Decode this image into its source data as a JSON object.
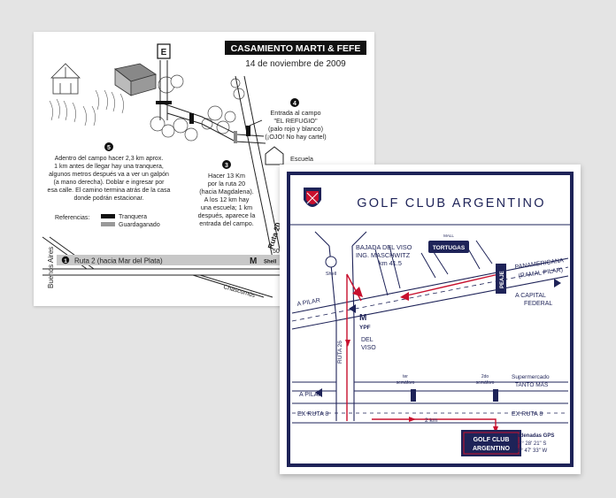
{
  "colors": {
    "background": "#e4e4e4",
    "navy": "#1e2358",
    "red": "#c8102e",
    "ink": "#222222"
  },
  "map1": {
    "title": "CASAMIENTO MARTI & FEFE",
    "date": "14 de noviembre de 2009",
    "step4": {
      "number": "4",
      "lines": [
        "Entrada al campo",
        "\"EL REFUGIO\"",
        "(palo rojo y blanco)",
        "(¡OJO! No hay cartel)"
      ]
    },
    "escuela": "Escuela",
    "step5": {
      "number": "5",
      "lines": [
        "Adentro del campo hacer 2,3 km aprox.",
        "1 km antes de llegar hay una tranquera,",
        "algunos metros después va a ver un galpón",
        "(a mano derecha). Doblar e ingresar por",
        "esa calle. El camino termina atrás de la casa",
        "donde podrán estacionar."
      ]
    },
    "step3": {
      "number": "3",
      "lines": [
        "Hacer 13 Km",
        "por la ruta 20",
        "(hacia Magdalena).",
        "A los 12 km hay",
        "una escuela; 1 km",
        "después, aparece la",
        "entrada del campo."
      ]
    },
    "legend": {
      "title": "Referencias:",
      "items": [
        {
          "label": "Tranquera",
          "color": "#111111"
        },
        {
          "label": "Guardaganado",
          "color": "#999999"
        }
      ]
    },
    "ruta2": {
      "number": "1",
      "label": "Ruta 2 (hacia Mar del Plata)"
    },
    "buenos_aires": "Buenos Aires",
    "chascomus": "Chascomús",
    "ruta20": "Ruta 20",
    "shell": "Shell",
    "km50": "50",
    "e_sign": "E"
  },
  "map2": {
    "title": "GOLF CLUB ARGENTINO",
    "bajada": [
      "BAJADA DEL VISO",
      "ING. MASCHWITZ",
      "km 41.5"
    ],
    "shell": "Shell",
    "tortugas": "TORTUGAS",
    "tortugas_small": "MALL",
    "panamericana": [
      "PANAMERICANA",
      "(RAMAL PILAR)"
    ],
    "peaje": "PEAJE",
    "a_pilar_1": "A PILAR",
    "a_capital": [
      "A CAPITAL",
      "FEDERAL"
    ],
    "ypf": "YPF",
    "del_viso": [
      "DEL",
      "VISO"
    ],
    "ruta26": "RUTA 26",
    "a_pilar_2": "A PILAR",
    "ter_semaforo": [
      "ter",
      "semáforo"
    ],
    "do_semaforo": [
      "2do",
      "semáforo"
    ],
    "supermercado": [
      "Supermercado",
      "TANTO MÁS"
    ],
    "ex_ruta_left": "EX RUTA 8",
    "ex_ruta_right": "EX RUTA 8",
    "distance": "2 km",
    "destination": [
      "GOLF CLUB",
      "ARGENTINO"
    ],
    "gps": {
      "title": "Coordenadas GPS",
      "lines": [
        "34° 28' 21\" S",
        "58° 47' 33\" W"
      ]
    }
  }
}
